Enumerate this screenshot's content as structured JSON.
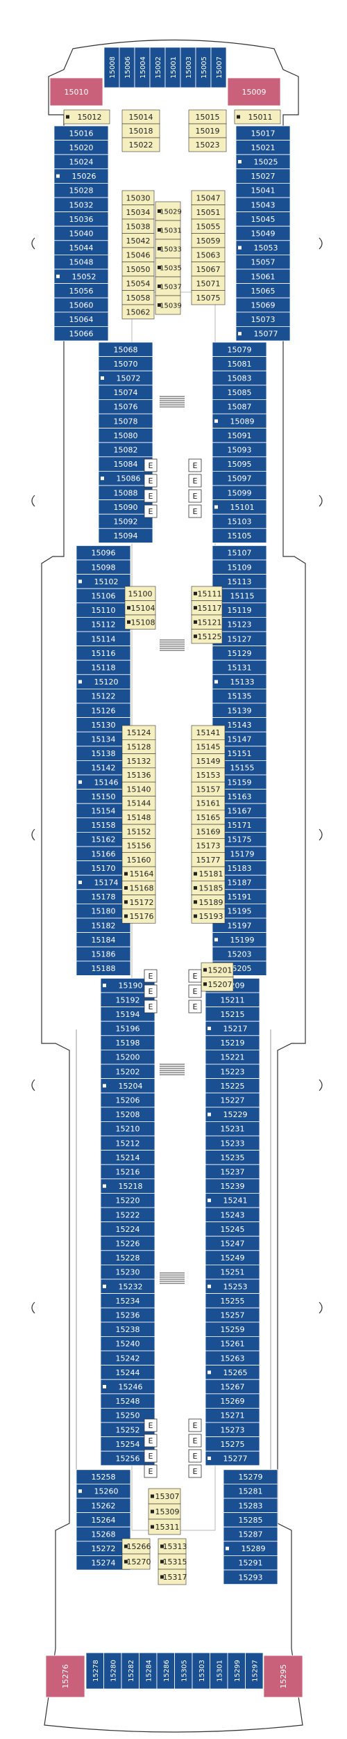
{
  "deck": {
    "colors": {
      "navy": "#1a4f91",
      "yellow": "#f5efbf",
      "pink": "#c9617a",
      "outline": "#333333",
      "elevator": "#ffffff",
      "hull": "#ffffff"
    },
    "fwd_pink": [
      "15010",
      "15009"
    ],
    "aft_pink": [
      "15276",
      "15295"
    ],
    "top_row": [
      "15008",
      "15006",
      "15004",
      "15002",
      "15001",
      "15003",
      "15005",
      "15007"
    ],
    "bottom_row": [
      "15278",
      "15280",
      "15282",
      "15284",
      "15286",
      "15305",
      "15303",
      "15301",
      "15299",
      "15297"
    ],
    "fwd_yellow_rows": [
      [
        "15012",
        "15014",
        "15015",
        "15011"
      ],
      [
        "",
        "15018",
        "15019",
        ""
      ],
      [
        "",
        "15022",
        "15023",
        ""
      ]
    ],
    "upper_left_yellow": [
      "15030",
      "15034",
      "15038",
      "15042",
      "15046",
      "15050",
      "15054",
      "15058",
      "15062"
    ],
    "upper_mid_yellow": [
      "15029",
      "15031",
      "15033",
      "15035",
      "15037",
      "15039"
    ],
    "upper_right_yellow": [
      "15047",
      "15051",
      "15055",
      "15059",
      "15063",
      "15067",
      "15071",
      "15075"
    ],
    "mid1_left_yellow": [
      "15100",
      "15104",
      "15108"
    ],
    "mid1_right_yellow": [
      "15111",
      "15117",
      "15121",
      "15125"
    ],
    "mid2_left_yellow": [
      "15124",
      "15128",
      "15132",
      "15136",
      "15140",
      "15144",
      "15148",
      "15152",
      "15156",
      "15160",
      "15164",
      "15168",
      "15172",
      "15176"
    ],
    "mid2_right_yellow": [
      "15141",
      "15145",
      "15149",
      "15153",
      "15157",
      "15161",
      "15165",
      "15169",
      "15173",
      "15177",
      "15181",
      "15185",
      "15189",
      "15193"
    ],
    "mid2_right_extra": [
      "15201",
      "15207"
    ],
    "aft_yellow": [
      "15307",
      "15309",
      "15311",
      "15266",
      "15313",
      "15315",
      "15270",
      "15317"
    ],
    "left_column": [
      "15016",
      "15020",
      "15024",
      "15026",
      "15028",
      "15032",
      "15036",
      "15040",
      "15044",
      "15048",
      "15052",
      "15056",
      "15060",
      "15064",
      "15066",
      "15068",
      "15070",
      "15072",
      "15074",
      "15076",
      "15078",
      "15080",
      "15082",
      "15084",
      "15086",
      "15088",
      "15090",
      "15092",
      "15094",
      "15096",
      "15098",
      "15102",
      "15106",
      "15110",
      "15112",
      "15114",
      "15116",
      "15118",
      "15120",
      "15122",
      "15126",
      "15130",
      "15134",
      "15138",
      "15142",
      "15146",
      "15150",
      "15154",
      "15158",
      "15162",
      "15166",
      "15170",
      "15174",
      "15178",
      "15180",
      "15182",
      "15184",
      "15186",
      "15188",
      "15190",
      "15192",
      "15194",
      "15196",
      "15198",
      "15200",
      "15202",
      "15204",
      "15206",
      "15208",
      "15210",
      "15212",
      "15214",
      "15216",
      "15218",
      "15220",
      "15222",
      "15224",
      "15226",
      "15228",
      "15230",
      "15232",
      "15234",
      "15236",
      "15238",
      "15240",
      "15242",
      "15244",
      "15246",
      "15248",
      "15250",
      "15252",
      "15254",
      "15256",
      "15258",
      "15260",
      "15262",
      "15264",
      "15268",
      "15272",
      "15274"
    ],
    "right_column": [
      "15017",
      "15021",
      "15025",
      "15027",
      "15041",
      "15043",
      "15045",
      "15049",
      "15053",
      "15057",
      "15061",
      "15065",
      "15069",
      "15073",
      "15077",
      "15079",
      "15081",
      "15083",
      "15085",
      "15087",
      "15089",
      "15091",
      "15093",
      "15095",
      "15097",
      "15099",
      "15101",
      "15103",
      "15105",
      "15107",
      "15109",
      "15113",
      "15115",
      "15119",
      "15123",
      "15127",
      "15129",
      "15131",
      "15133",
      "15135",
      "15139",
      "15143",
      "15147",
      "15151",
      "15155",
      "15159",
      "15163",
      "15167",
      "15171",
      "15175",
      "15179",
      "15183",
      "15187",
      "15191",
      "15195",
      "15197",
      "15199",
      "15203",
      "15205",
      "15209",
      "15211",
      "15215",
      "15217",
      "15219",
      "15221",
      "15223",
      "15225",
      "15227",
      "15229",
      "15231",
      "15233",
      "15235",
      "15237",
      "15239",
      "15241",
      "15243",
      "15245",
      "15247",
      "15249",
      "15251",
      "15253",
      "15255",
      "15257",
      "15259",
      "15261",
      "15263",
      "15265",
      "15267",
      "15269",
      "15271",
      "15273",
      "15275",
      "15277",
      "15279",
      "15281",
      "15283",
      "15285",
      "15287",
      "15289",
      "15291",
      "15293"
    ],
    "elevator_label": "E"
  }
}
